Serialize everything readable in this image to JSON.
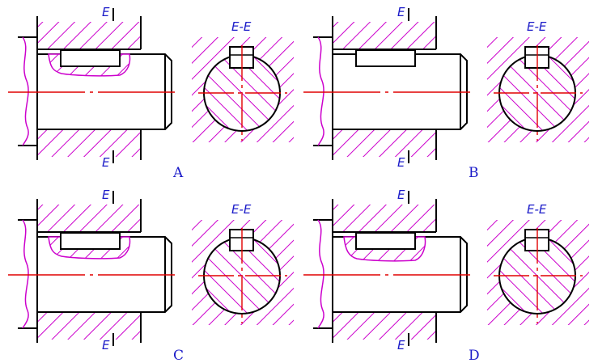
{
  "section_label": "E",
  "section_view_label": "E-E",
  "panels": [
    {
      "option": "A"
    },
    {
      "option": "B"
    },
    {
      "option": "C"
    },
    {
      "option": "D"
    }
  ],
  "colors": {
    "hatch": "#cc00cc",
    "outline": "#000000",
    "centerline": "#e00000",
    "label": "#1a1ac8"
  }
}
